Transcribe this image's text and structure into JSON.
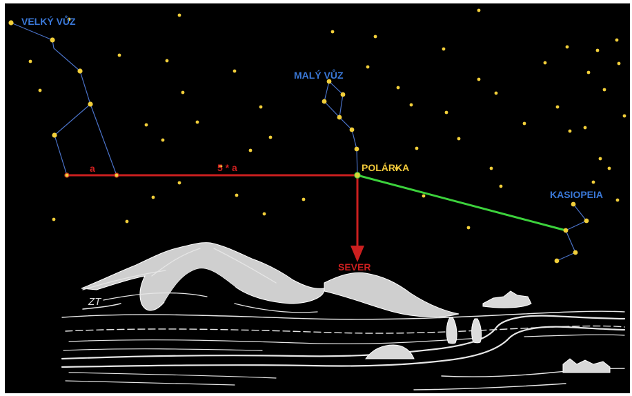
{
  "labels": {
    "big_dipper": "VELKÝ VŮZ",
    "little_dipper": "MALÝ VŮZ",
    "polaris": "POLÁRKA",
    "cassiopeia": "KASIOPEIA",
    "north": "SEVER",
    "segment_a": "a",
    "segment_5a": "5 * a",
    "signature": "ZT"
  },
  "colors": {
    "sky": "#000000",
    "frame": "#ffffff",
    "star": "#f2cf3a",
    "constellation_line": "#4a72c8",
    "label_blue": "#3a78d8",
    "label_gold": "#f0c83a",
    "pointer_red": "#cc1f1f",
    "cassiopeia_line": "#3cd23c",
    "drawing_chalk": "#e6e6e6"
  }
}
